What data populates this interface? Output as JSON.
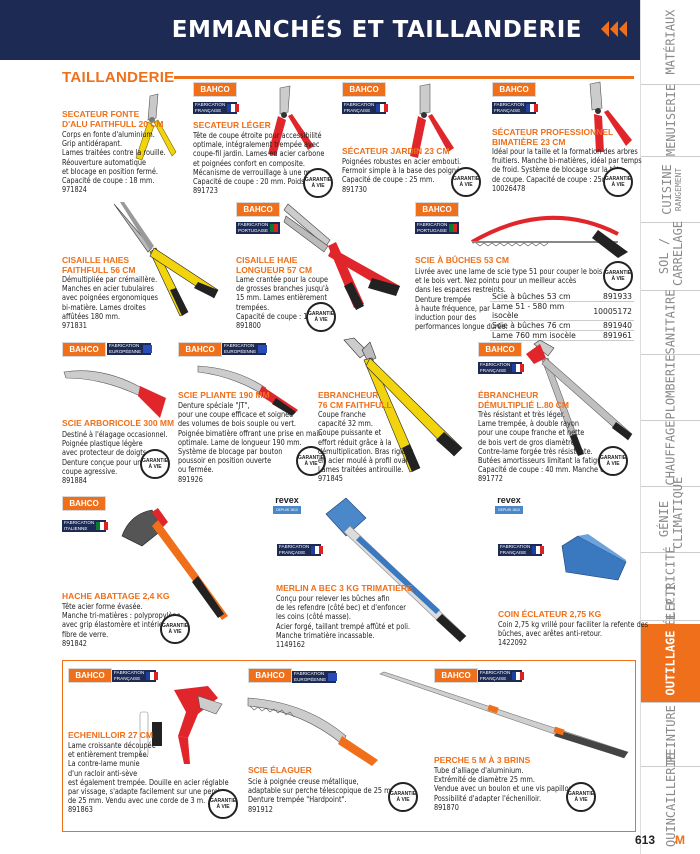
{
  "header": {
    "title": "EMMANCHÉS ET TAILLANDERIE"
  },
  "section": {
    "title": "TAILLANDERIE"
  },
  "sidebar": {
    "items": [
      {
        "label": "Matériaux",
        "sub": ""
      },
      {
        "label": "Menuiserie",
        "sub": ""
      },
      {
        "label": "Cuisine",
        "sub": "Rangement"
      },
      {
        "label": "Sol / Carrelage",
        "sub": ""
      },
      {
        "label": "Sanitaire",
        "sub": ""
      },
      {
        "label": "Plomberie",
        "sub": ""
      },
      {
        "label": "Chauffage",
        "sub": ""
      },
      {
        "label": "Génie climatique",
        "sub": ""
      },
      {
        "label": "Électricité",
        "sub": ""
      },
      {
        "label": "E.P.I",
        "sub": ""
      },
      {
        "label": "Outillage",
        "sub": ""
      },
      {
        "label": "Peinture",
        "sub": ""
      },
      {
        "label": "Quincaillerie",
        "sub": ""
      }
    ]
  },
  "brand": {
    "bahco": "BAHCO",
    "revex": "revex",
    "revex_sub": "DEPUIS 1810",
    "fab_fr": "FABRICATION FRANÇAISE",
    "fab_pt": "FABRICATION PORTUGAISE",
    "fab_eu": "FABRICATION EUROPÉENNE",
    "fab_it": "FABRICATION ITALIENNE",
    "garantie": "GARANTIE À VIE"
  },
  "products": {
    "p1": {
      "title": "SECATEUR FONTE\nD'ALU FAITHFULL 20 CM",
      "desc": "Corps en fonte d'aluminium.\nGrip antidérapant.\nLames traitées contre la rouille.\nRéouverture automatique\net blocage en position fermé.\nCapacité de coupe : 18 mm.\n971824"
    },
    "p2": {
      "title": "SECATEUR LÉGER",
      "desc": "Tête de coupe étroite pour accessibilité\noptimale, intégralement trempée avec\ncoupe-fil jardin. Lames en acier carbone\net poignées confort en composite.\nMécanisme de verrouillage à une main.\nCapacité de coupe : 20 mm.  Poids : 185 g\n891723"
    },
    "p3": {
      "title": "SÉCATEUR JARDIN 23 CM",
      "desc": "Poignées robustes en acier embouti.\nFermoir simple à la base des poignées.\nCapacité de coupe : 25 mm.\n891730"
    },
    "p4": {
      "title": "SÉCATEUR PROFESSIONNEL\nBIMATIÈRE 23 CM",
      "desc": "Idéal pour la taille et la formation des arbres\nfruitiers. Manche bi-matières, idéal par temps\nde froid. Système de blocage  sur la tête\nde coupe. Capacité de coupe : 25mm\n10026478"
    },
    "p5": {
      "title": "CISAILLE HAIES\nFAITHFULL 56 CM",
      "desc": "Démultipliée par crémaillère.\nManches en acier tubulaires\navec poignées ergonomiques\nbi-matière. Lames droites\naffûtées 180 mm.\n971831"
    },
    "p6": {
      "title": "CISAILLE HAIE\nLONGUEUR 57 CM",
      "desc": "Lame crantée pour la coupe\nde grosses branches jusqu'à\n15 mm. Lames entièrement\ntrempées.\nCapacité de coupe : 10 mm.\n891800"
    },
    "p7": {
      "title": "SCIE À BÛCHES 53 CM",
      "desc": "Livrée avec une lame de scie type 51 pour couper le bois sec\net le bois vert. Nez pointu pour un meilleur accès\ndans les espaces restreints.\nDenture trempée\nà haute fréquence, par\ninduction pour des\nperformances longue durée.",
      "table": [
        {
          "name": "Scie à bûches 53 cm",
          "ref": "891933"
        },
        {
          "name": "Lame 51 - 580 mm isocèle",
          "ref": "10005172"
        },
        {
          "name": "Scie à bûches 76 cm",
          "ref": "891940"
        },
        {
          "name": "Lame 760 mm isocèle",
          "ref": "891961"
        }
      ]
    },
    "p8": {
      "title": "SCIE ARBORICOLE 300 MM",
      "desc": "Destiné à l'élagage occasionnel.\nPoignée plastique légère\navec protecteur de doigts.\nDenture conçue pour une\ncoupe agressive.\n891884"
    },
    "p9": {
      "title": "SCIE PLIANTE 190 MM",
      "desc": "Denture spéciale \"JT\",\npour une coupe efficace et soignée\ndes volumes de bois souple ou vert.\nPoignée bimatière offrant une prise en main\noptimale. Lame de longueur 190 mm.\nSystème de blocage par bouton\npoussoir en position ouverte\nou fermée.\n891926"
    },
    "p10": {
      "title": "EBRANCHEUR\n76 CM FAITHFULL",
      "desc": "Coupe franche\ncapacité 32 mm.\nCoupe puissante et\neffort réduit grâce à la\ndémultiplication. Bras rigides\nen acier moulé à profil ovale.\nLames traitées antirouille.\n971845"
    },
    "p11": {
      "title": "ÉBRANCHEUR\nDÉMULTIPLIÉ L.80 CM",
      "desc": "Très résistant et très léger.\nLame trempée, à double rayon\npour une coupe franche et nette\nde bois vert de gros diamètre.\nContre-lame forgée très résistante.\nButées amortisseurs limitant la fatigue.\nCapacité de coupe : 40 mm. Manche 80 cm.\n891772"
    },
    "p12": {
      "title": "HACHE ABATTAGE 2,4 KG",
      "desc": "Tête acier forme évasée.\nManche tri-matières : polypropylène\navec grip élastomère et intérieur\nfibre de verre.\n891842"
    },
    "p13": {
      "title": "MERLIN A BEC 3 KG TRIMATIERE",
      "desc": "Conçu pour relever les bûches afin\nde les refendre (côté bec) et d'enfoncer\nles coins (côté masse).\nAcier forgé, taillant trempé affûté et poli.\nManche trimatière incassable.\n1149162"
    },
    "p14": {
      "title": "COIN ÉCLATEUR 2,75 KG",
      "desc": "Coin 2,75 kg vrillé pour faciliter la refente des\nbûches, avec arêtes anti-retour.\n1422092"
    },
    "p15": {
      "title": "ECHENILLOIR 27 CM",
      "desc": "Lame croissante découpée\net entièrement trempée.\nLa contre-lame munie\nd'un racloir anti-sève\nest également trempée. Douille en acier réglable\npar vissage, s'adapte facilement sur une perche\nde 25 mm. Vendu avec une corde de 3 m.\n891863"
    },
    "p16": {
      "title": "SCIE ÉLAGUER",
      "desc": "Scie à poignée creuse métallique,\nadaptable sur perche télescopique de 25 mm.\nDenture trempée \"Hardpoint\".\n891912"
    },
    "p17": {
      "title": "PERCHE 5 M À 3 BRINS",
      "desc": "Tube d'alliage d'aluminium.\nExtrémité de diamètre 25 mm.\nVendue avec un boulon et une vis papillon.\nPossibilité d'adapter l'échenilloir.\n891870"
    }
  },
  "footer": {
    "page": "613",
    "logo": "M"
  },
  "colors": {
    "navy": "#1c2a54",
    "orange": "#ef6f1a",
    "red": "#e0262b",
    "yellow": "#f1d40e"
  }
}
